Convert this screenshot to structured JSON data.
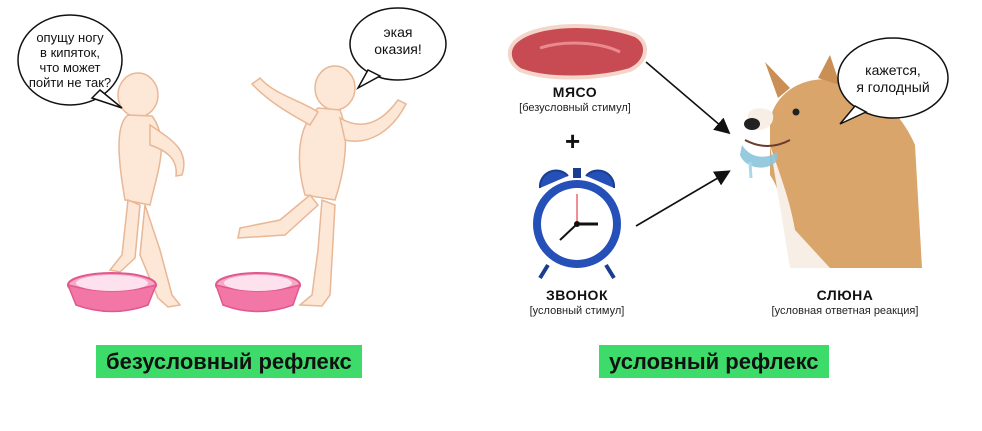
{
  "left": {
    "bubble1": "опущу ногу в кипяток, что может пойти не так?",
    "bubble1_lines": [
      "опущу ногу",
      "в кипяток,",
      "что может",
      "пойти не так?"
    ],
    "bubble2_lines": [
      "экая",
      "оказия!"
    ],
    "label": "безусловный рефлекс"
  },
  "right": {
    "meat": {
      "title": "МЯСО",
      "sub": "[безусловный стимул]"
    },
    "plus": "+",
    "bell": {
      "title": "ЗВОНОК",
      "sub": "[условный стимул]"
    },
    "dog_bubble_lines": [
      "кажется,",
      "я голодный"
    ],
    "saliva": {
      "title": "СЛЮНА",
      "sub": "[условная ответная реакция]"
    },
    "label": "условный рефлекс"
  },
  "colors": {
    "label_bg": "#3ddc6a",
    "skin_fill": "#fde8d7",
    "skin_stroke": "#e8b796",
    "basin": "#f277a6",
    "meat": "#c84a52",
    "clock_blue": "#2450b8",
    "dog_tan": "#d9a56b"
  }
}
